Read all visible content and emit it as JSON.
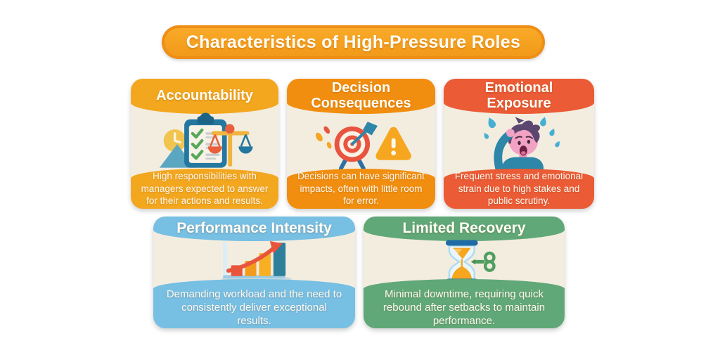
{
  "banner": {
    "title": "Characteristics of High-Pressure Roles"
  },
  "cards": [
    {
      "id": "accountability",
      "title": "Accountability",
      "description": "High responsibilities with managers expected to answer for their actions and results.",
      "color": "#F3A71F",
      "icon": "clipboard-checklist-and-scale"
    },
    {
      "id": "decision-consequences",
      "title": "Decision Consequences",
      "description": "Decisions can have significant impacts, often with little room for error.",
      "color": "#F18E0F",
      "icon": "target-dart-and-warning"
    },
    {
      "id": "emotional-exposure",
      "title": "Emotional Exposure",
      "description": "Frequent stress and emotional strain due to high stakes and public scrutiny.",
      "color": "#EB5B35",
      "icon": "stressed-person"
    },
    {
      "id": "performance-intensity",
      "title": "Performance Intensity",
      "description": "Demanding workload and the need to consistently deliver exceptional results.",
      "color": "#77BFE3",
      "icon": "rising-bar-chart"
    },
    {
      "id": "limited-recovery",
      "title": "Limited Recovery",
      "description": "Minimal downtime, requiring quick rebound after setbacks to maintain performance.",
      "color": "#60A877",
      "icon": "hourglass-with-key"
    }
  ],
  "colors": {
    "banner_outer": "#EE8E15",
    "banner_inner": "#F8A21E",
    "band": "#F3EDE0",
    "text": "#FEF9F1"
  }
}
